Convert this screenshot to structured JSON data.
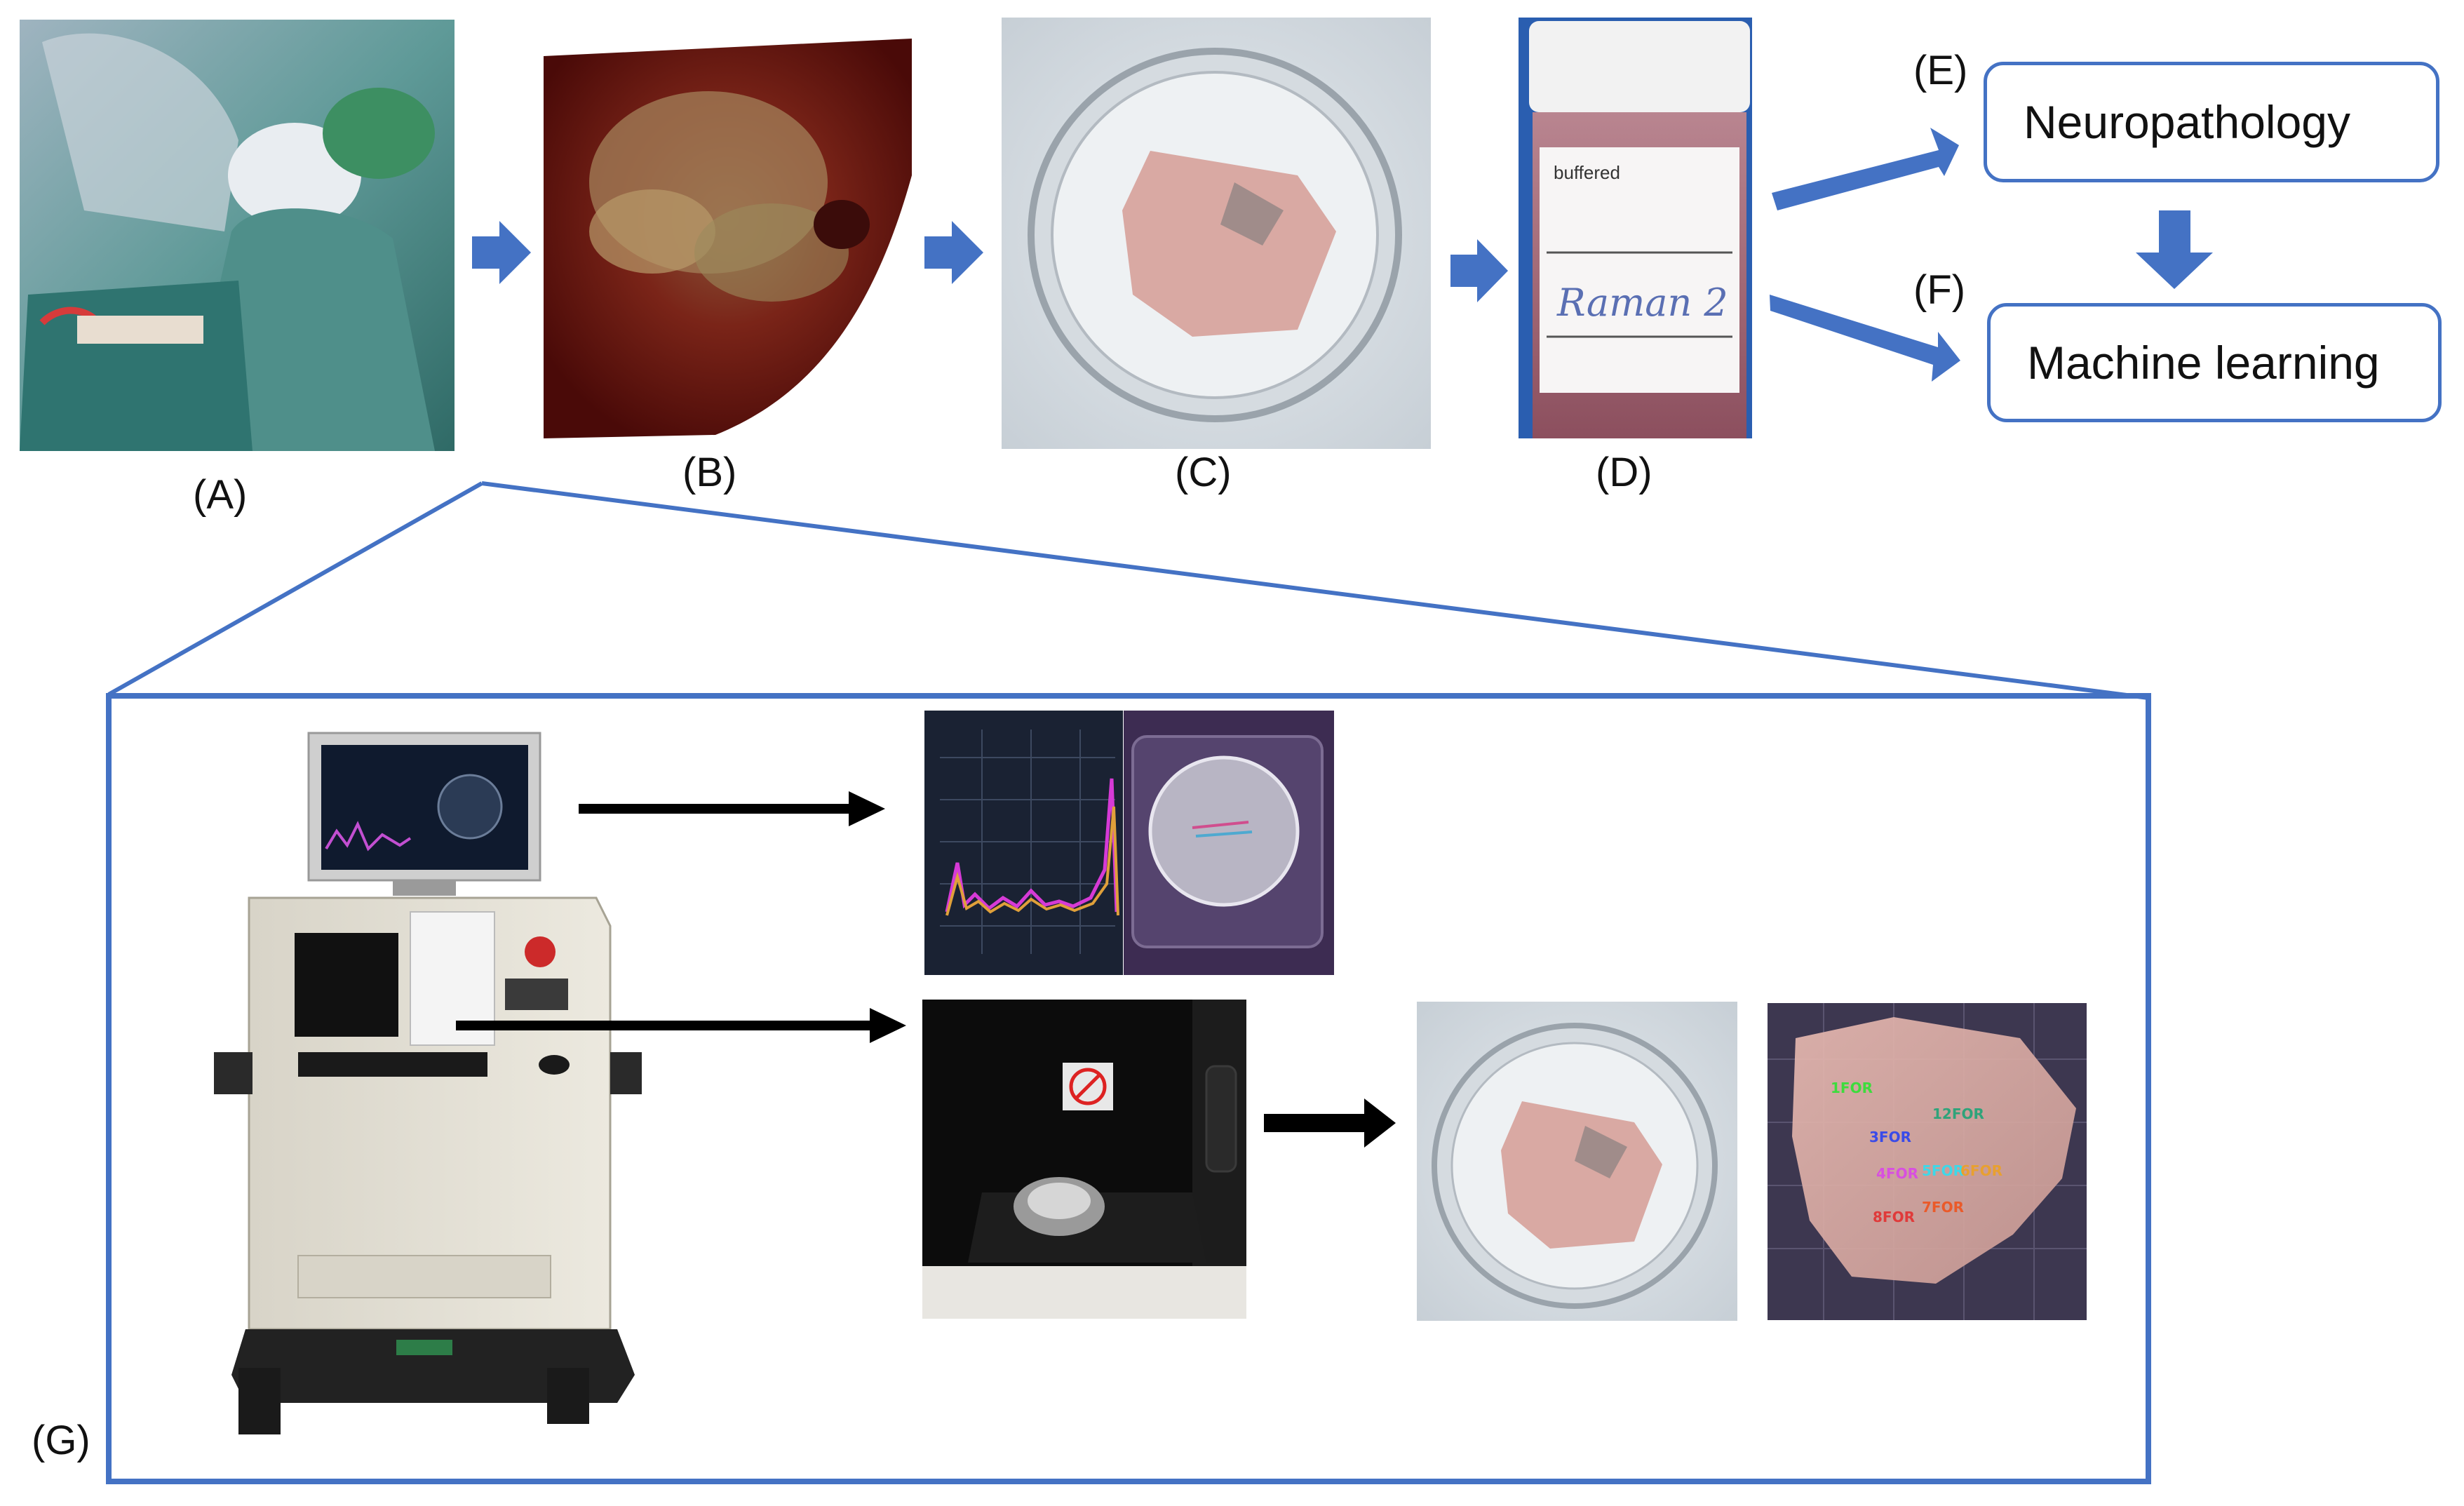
{
  "colors": {
    "arrow_blue": "#4472c4",
    "box_border": "#4472c4",
    "black_arrow": "#000000"
  },
  "panels": {
    "a": {
      "label": "(A)",
      "image": "operating-room-photo"
    },
    "b": {
      "label": "(B)",
      "image": "tumor-tissue-photo"
    },
    "c": {
      "label": "(C)",
      "image": "tissue-on-slide-photo"
    },
    "d": {
      "label": "(D)",
      "image": "formalin-jar-photo"
    },
    "d_jar": {
      "brand": "buffered",
      "handwriting": "Raman 2"
    },
    "e": {
      "label": "(E)",
      "box_text": "Neuropathology"
    },
    "f": {
      "label": "(F)",
      "box_text": "Machine learning"
    },
    "g": {
      "label": "(G)"
    }
  },
  "g_spot_labels": [
    "1FOR",
    "12FOR",
    "3FOR",
    "4FOR",
    "5FOR",
    "6FOR",
    "8FOR",
    "7FOR"
  ]
}
